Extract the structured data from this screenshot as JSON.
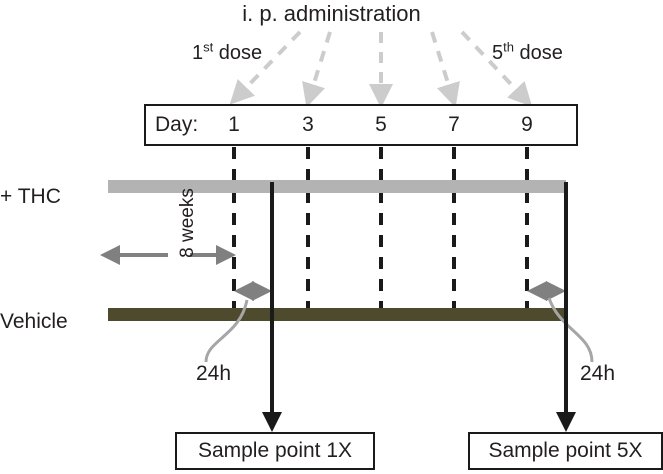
{
  "figure": {
    "title": "i. p. administration",
    "dose_first": "1",
    "dose_first_ordinal": "st",
    "dose_first_word": " dose",
    "dose_fifth": "5",
    "dose_fifth_ordinal": "th",
    "dose_fifth_word": " dose",
    "day_label": "Day:",
    "days": [
      "1",
      "3",
      "5",
      "7",
      "9"
    ],
    "group_thc": "+ THC",
    "group_vehicle": "Vehicle",
    "duration_label": "8 weeks",
    "interval_left": "24h",
    "interval_right": "24h",
    "sample_point_1": "Sample point 1X",
    "sample_point_5": "Sample point 5X",
    "colors": {
      "thc_bar": "#b3b3b3",
      "vehicle_bar": "#4d4a2e",
      "dashed_arrow": "#cccccc",
      "annotation_gray": "#808080",
      "stroke_black": "#1a1a1a",
      "text": "#231f20",
      "background": "#ffffff"
    }
  },
  "chart_data": {
    "type": "diagram",
    "title": "i. p. administration",
    "description": "Experimental timeline: chronic 8-week treatment followed by five i.p. doses on days 1, 3, 5, 7 and 9, with sample points 24h after the 1st and 5th dose.",
    "dose_days": [
      1,
      3,
      5,
      7,
      9
    ],
    "dose_count": 5,
    "pretreatment_duration": "8 weeks",
    "groups": [
      {
        "name": "+ THC",
        "bar_color": "#b3b3b3"
      },
      {
        "name": "Vehicle",
        "bar_color": "#4d4a2e"
      }
    ],
    "sample_points": [
      {
        "label": "Sample point 1X",
        "after_dose": 1,
        "delay": "24h"
      },
      {
        "label": "Sample point 5X",
        "after_dose": 5,
        "delay": "24h"
      }
    ]
  }
}
